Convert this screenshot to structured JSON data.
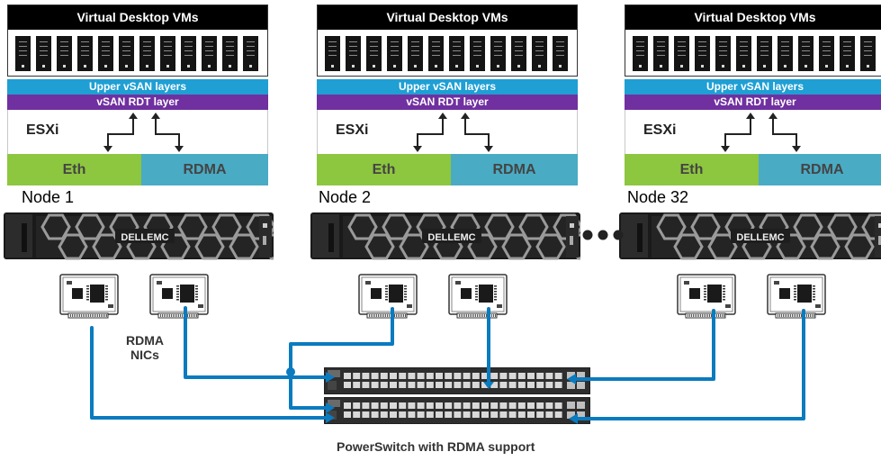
{
  "nodes": [
    {
      "vm_title": "Virtual Desktop VMs",
      "upper_layer": "Upper vSAN layers",
      "rdt_layer": "vSAN RDT layer",
      "host": "ESXi",
      "eth": "Eth",
      "rdma": "RDMA",
      "label": "Node 1",
      "server_brand": "DELLEMC"
    },
    {
      "vm_title": "Virtual Desktop VMs",
      "upper_layer": "Upper vSAN layers",
      "rdt_layer": "vSAN RDT layer",
      "host": "ESXi",
      "eth": "Eth",
      "rdma": "RDMA",
      "label": "Node 2",
      "server_brand": "DELLEMC"
    },
    {
      "vm_title": "Virtual Desktop VMs",
      "upper_layer": "Upper vSAN layers",
      "rdt_layer": "vSAN RDT layer",
      "host": "ESXi",
      "eth": "Eth",
      "rdma": "RDMA",
      "label": "Node 32",
      "server_brand": "DELLEMC"
    }
  ],
  "captions": {
    "nics_line1": "RDMA",
    "nics_line2": "NICs",
    "switch": "PowerSwitch with RDMA support"
  },
  "colors": {
    "cable": "#0a7bbf",
    "upper_layer": "#1f9fd4",
    "rdt_layer": "#7030a0",
    "eth": "#8dc63f",
    "rdma": "#4aabc4"
  }
}
